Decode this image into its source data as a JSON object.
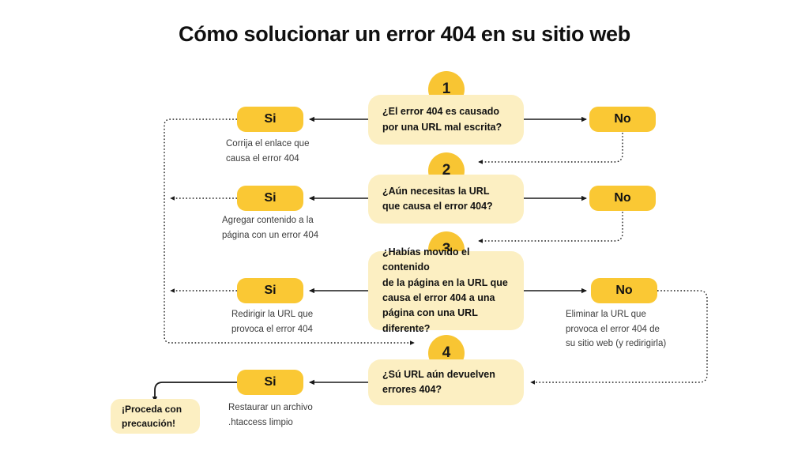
{
  "header": {
    "title": "Cómo solucionar un error 404 en su sitio web"
  },
  "colors": {
    "background": "#ffffff",
    "node_fill": "#FCEFC2",
    "badge_fill": "#F8C533",
    "pill_fill": "#FAC834",
    "line": "#1a1a1a",
    "text": "#111111",
    "caption_text": "#3c3c3c"
  },
  "chart_data": {
    "type": "diagram",
    "title": "Cómo solucionar un error 404 en su sitio web",
    "diagram_kind": "decision-flowchart",
    "steps": [
      {
        "number": "1",
        "question": "¿El error 404 es causado\npor una URL mal escrita?",
        "yes_label": "Si",
        "yes_action": "Corrija el enlace que\ncausa el error 404",
        "no_label": "No",
        "no_action": "",
        "no_target": "2"
      },
      {
        "number": "2",
        "question": "¿Aún necesitas la URL\nque causa el error 404?",
        "yes_label": "Si",
        "yes_action": "Agregar contenido a la\npágina  con un error 404",
        "no_label": "No",
        "no_action": "",
        "no_target": "3"
      },
      {
        "number": "3",
        "question": "¿Habías movido el contenido\nde la página en la URL que\ncausa el error 404 a una\npágina con una URL diferente?",
        "yes_label": "Si",
        "yes_action": "Redirigir la URL que\nprovoca el error 404",
        "no_label": "No",
        "no_action": "Eliminar la URL que\nprovoca el error 404 de\nsu sitio web (y redirigirla)",
        "no_target": "4"
      },
      {
        "number": "4",
        "question": "¿Sú URL aún devuelven\nerrores 404?",
        "yes_label": "Si",
        "yes_action": "Restaurar un archivo\n.htaccess limpio",
        "no_label": "",
        "no_action": "",
        "no_target": ""
      }
    ],
    "terminal": {
      "label": "¡Proceda con\nprecaución!"
    }
  },
  "nodes": {
    "n1": {
      "badge": "1",
      "question": "¿El error 404 es causado\npor una URL mal escrita?"
    },
    "n2": {
      "badge": "2",
      "question": "¿Aún necesitas la URL\nque causa el error 404?"
    },
    "n3": {
      "badge": "3",
      "question": "¿Habías movido el contenido\nde la página en la URL que\ncausa el error 404 a una\npágina con una URL diferente?"
    },
    "n4": {
      "badge": "4",
      "question": "¿Sú URL aún devuelven\nerrores 404?"
    }
  },
  "pills": {
    "yes1": "Si",
    "no1": "No",
    "yes2": "Si",
    "no2": "No",
    "yes3": "Si",
    "no3": "No",
    "yes4": "Si"
  },
  "captions": {
    "c1": "Corrija el enlace que\ncausa el error 404",
    "c2": "Agregar contenido a la\npágina  con un error 404",
    "c3": "Redirigir la URL que\nprovoca el error 404",
    "c3no": "Eliminar la URL que\nprovoca el error 404 de\nsu sitio web (y redirigirla)",
    "c4": "Restaurar un archivo\n.htaccess limpio"
  },
  "terminal": {
    "label": "¡Proceda con\nprecaución!"
  }
}
